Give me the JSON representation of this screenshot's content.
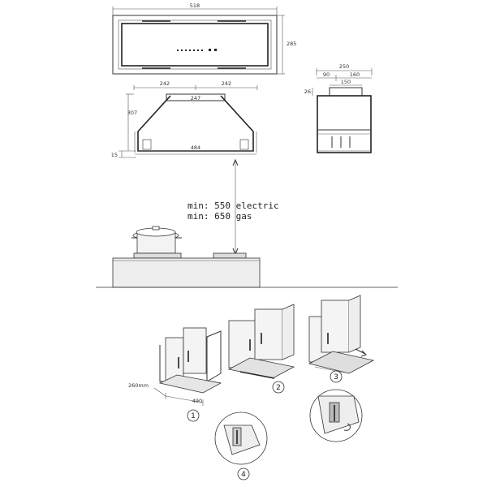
{
  "top_view": {
    "width_label": "518",
    "height_label": "285"
  },
  "front_view": {
    "half_left": "242",
    "half_right": "242",
    "top_width": "247",
    "height": "307",
    "bottom_width": "484",
    "base_height": "15"
  },
  "side_view": {
    "total_width": "250",
    "offset": "90",
    "offset2": "160",
    "outlet": "150",
    "collar": "26"
  },
  "clearance": {
    "electric": "min: 550 electric",
    "gas": "min: 650 gas"
  },
  "install": {
    "depth_label": "260mm",
    "width_label": "490",
    "steps": [
      "1",
      "2",
      "3",
      "4"
    ]
  }
}
